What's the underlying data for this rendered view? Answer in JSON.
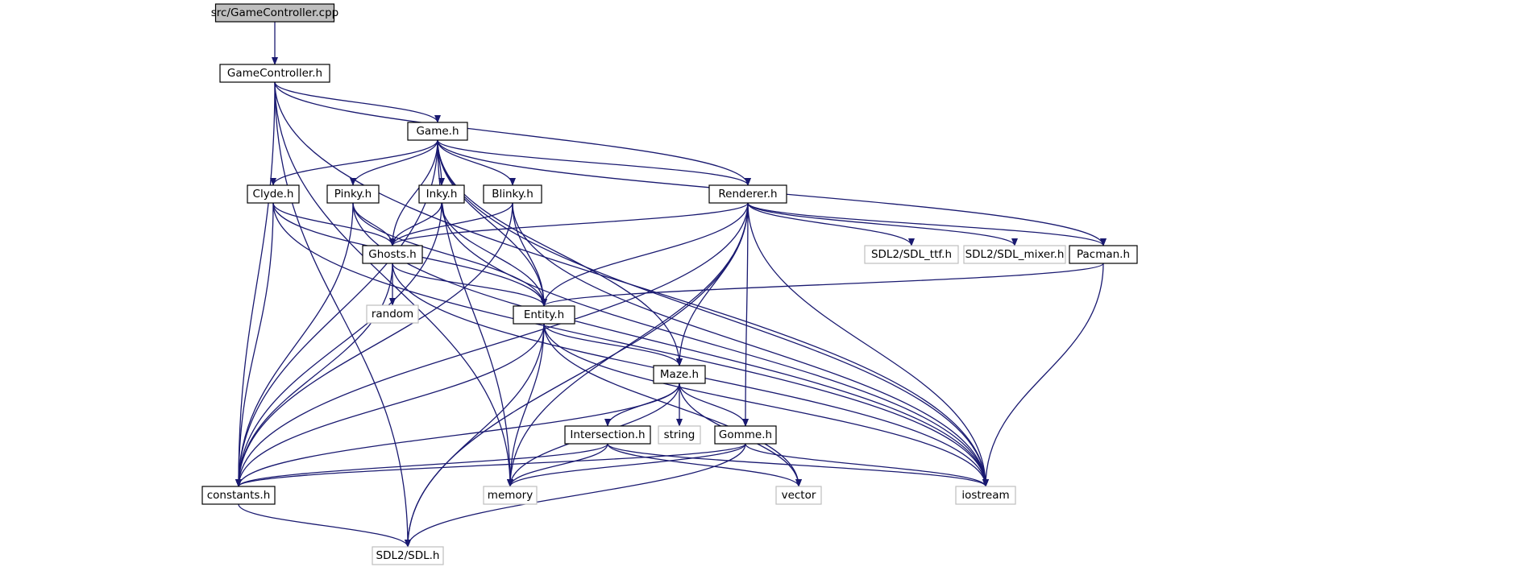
{
  "colors": {
    "edge": "#191970",
    "node_border": "#000000",
    "external_border": "#bfbfbf",
    "root_fill": "#bfbfbf",
    "node_fill": "#ffffff",
    "external_text": "#000000"
  },
  "nodes": [
    {
      "id": "root",
      "label": "src/GameController.cpp",
      "kind": "root"
    },
    {
      "id": "gc",
      "label": "GameController.h",
      "kind": "file"
    },
    {
      "id": "game",
      "label": "Game.h",
      "kind": "file"
    },
    {
      "id": "clyde",
      "label": "Clyde.h",
      "kind": "file"
    },
    {
      "id": "pinky",
      "label": "Pinky.h",
      "kind": "file"
    },
    {
      "id": "inky",
      "label": "Inky.h",
      "kind": "file"
    },
    {
      "id": "blinky",
      "label": "Blinky.h",
      "kind": "file"
    },
    {
      "id": "renderer",
      "label": "Renderer.h",
      "kind": "file"
    },
    {
      "id": "ghosts",
      "label": "Ghosts.h",
      "kind": "file"
    },
    {
      "id": "sdlttf",
      "label": "SDL2/SDL_ttf.h",
      "kind": "external"
    },
    {
      "id": "sdlmixer",
      "label": "SDL2/SDL_mixer.h",
      "kind": "external"
    },
    {
      "id": "pacman",
      "label": "Pacman.h",
      "kind": "file"
    },
    {
      "id": "random",
      "label": "random",
      "kind": "external"
    },
    {
      "id": "entity",
      "label": "Entity.h",
      "kind": "file"
    },
    {
      "id": "maze",
      "label": "Maze.h",
      "kind": "file"
    },
    {
      "id": "string",
      "label": "string",
      "kind": "external"
    },
    {
      "id": "intersection",
      "label": "Intersection.h",
      "kind": "file"
    },
    {
      "id": "gomme",
      "label": "Gomme.h",
      "kind": "file"
    },
    {
      "id": "constants",
      "label": "constants.h",
      "kind": "file"
    },
    {
      "id": "memory",
      "label": "memory",
      "kind": "external"
    },
    {
      "id": "vector",
      "label": "vector",
      "kind": "external"
    },
    {
      "id": "iostream",
      "label": "iostream",
      "kind": "external"
    },
    {
      "id": "sdl",
      "label": "SDL2/SDL.h",
      "kind": "external"
    }
  ],
  "edges": [
    {
      "from": "root",
      "to": "gc"
    },
    {
      "from": "gc",
      "to": "game"
    },
    {
      "from": "gc",
      "to": "renderer"
    },
    {
      "from": "gc",
      "to": "iostream"
    },
    {
      "from": "gc",
      "to": "constants"
    },
    {
      "from": "gc",
      "to": "memory"
    },
    {
      "from": "gc",
      "to": "sdl"
    },
    {
      "from": "game",
      "to": "clyde"
    },
    {
      "from": "game",
      "to": "pinky"
    },
    {
      "from": "game",
      "to": "inky"
    },
    {
      "from": "game",
      "to": "blinky"
    },
    {
      "from": "game",
      "to": "renderer"
    },
    {
      "from": "game",
      "to": "ghosts"
    },
    {
      "from": "game",
      "to": "pacman"
    },
    {
      "from": "game",
      "to": "entity"
    },
    {
      "from": "game",
      "to": "maze"
    },
    {
      "from": "game",
      "to": "constants"
    },
    {
      "from": "game",
      "to": "memory"
    },
    {
      "from": "game",
      "to": "iostream"
    },
    {
      "from": "clyde",
      "to": "ghosts"
    },
    {
      "from": "clyde",
      "to": "entity"
    },
    {
      "from": "clyde",
      "to": "constants"
    },
    {
      "from": "clyde",
      "to": "iostream"
    },
    {
      "from": "pinky",
      "to": "ghosts"
    },
    {
      "from": "pinky",
      "to": "entity"
    },
    {
      "from": "pinky",
      "to": "constants"
    },
    {
      "from": "pinky",
      "to": "iostream"
    },
    {
      "from": "inky",
      "to": "ghosts"
    },
    {
      "from": "inky",
      "to": "entity"
    },
    {
      "from": "inky",
      "to": "constants"
    },
    {
      "from": "inky",
      "to": "iostream"
    },
    {
      "from": "blinky",
      "to": "ghosts"
    },
    {
      "from": "blinky",
      "to": "entity"
    },
    {
      "from": "blinky",
      "to": "constants"
    },
    {
      "from": "blinky",
      "to": "iostream"
    },
    {
      "from": "renderer",
      "to": "ghosts"
    },
    {
      "from": "renderer",
      "to": "sdlttf"
    },
    {
      "from": "renderer",
      "to": "sdlmixer"
    },
    {
      "from": "renderer",
      "to": "pacman"
    },
    {
      "from": "renderer",
      "to": "entity"
    },
    {
      "from": "renderer",
      "to": "maze"
    },
    {
      "from": "renderer",
      "to": "gomme"
    },
    {
      "from": "renderer",
      "to": "constants"
    },
    {
      "from": "renderer",
      "to": "memory"
    },
    {
      "from": "renderer",
      "to": "iostream"
    },
    {
      "from": "renderer",
      "to": "sdl"
    },
    {
      "from": "ghosts",
      "to": "random"
    },
    {
      "from": "ghosts",
      "to": "entity"
    },
    {
      "from": "ghosts",
      "to": "constants"
    },
    {
      "from": "ghosts",
      "to": "iostream"
    },
    {
      "from": "pacman",
      "to": "entity"
    },
    {
      "from": "pacman",
      "to": "iostream"
    },
    {
      "from": "entity",
      "to": "maze"
    },
    {
      "from": "entity",
      "to": "constants"
    },
    {
      "from": "entity",
      "to": "memory"
    },
    {
      "from": "entity",
      "to": "vector"
    },
    {
      "from": "entity",
      "to": "iostream"
    },
    {
      "from": "entity",
      "to": "sdl"
    },
    {
      "from": "maze",
      "to": "intersection"
    },
    {
      "from": "maze",
      "to": "string"
    },
    {
      "from": "maze",
      "to": "gomme"
    },
    {
      "from": "maze",
      "to": "constants"
    },
    {
      "from": "maze",
      "to": "memory"
    },
    {
      "from": "maze",
      "to": "vector"
    },
    {
      "from": "intersection",
      "to": "constants"
    },
    {
      "from": "intersection",
      "to": "memory"
    },
    {
      "from": "intersection",
      "to": "vector"
    },
    {
      "from": "intersection",
      "to": "iostream"
    },
    {
      "from": "gomme",
      "to": "constants"
    },
    {
      "from": "gomme",
      "to": "memory"
    },
    {
      "from": "gomme",
      "to": "iostream"
    },
    {
      "from": "gomme",
      "to": "sdl"
    },
    {
      "from": "constants",
      "to": "sdl"
    }
  ]
}
